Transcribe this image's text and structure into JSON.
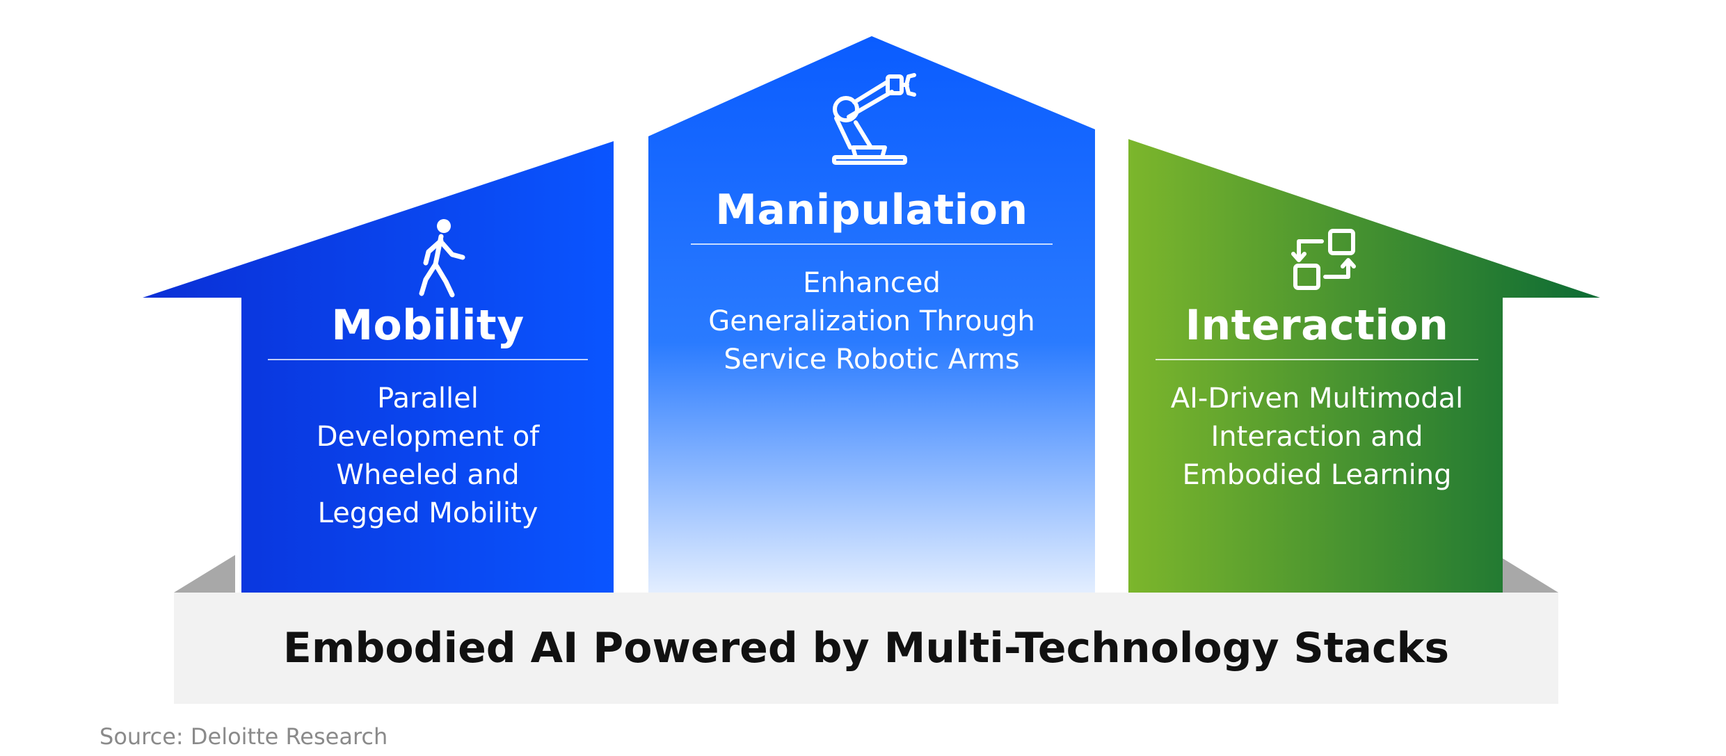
{
  "pillars": {
    "mobility": {
      "title": "Mobility",
      "icon": "walking-person-icon",
      "description": [
        "Parallel",
        "Development of",
        "Wheeled and",
        "Legged Mobility"
      ]
    },
    "manipulation": {
      "title": "Manipulation",
      "icon": "robotic-arm-icon",
      "description": [
        "Enhanced",
        "Generalization Through",
        "Service Robotic Arms"
      ]
    },
    "interaction": {
      "title": "Interaction",
      "icon": "interaction-cycle-icon",
      "description": [
        "AI-Driven Multimodal",
        "Interaction and",
        "Embodied Learning"
      ]
    }
  },
  "base": {
    "title": "Embodied AI Powered by Multi-Technology Stacks"
  },
  "source": "Source: Deloitte Research",
  "colors": {
    "blue_dark": "#0a2fd6",
    "blue_mid": "#0a5cff",
    "blue_light": "#ddeaff",
    "green_light": "#7cb62c",
    "green_dark": "#0c6b34",
    "base_fill": "#f2f2f2",
    "shadow_gray": "#a8a8a8"
  }
}
